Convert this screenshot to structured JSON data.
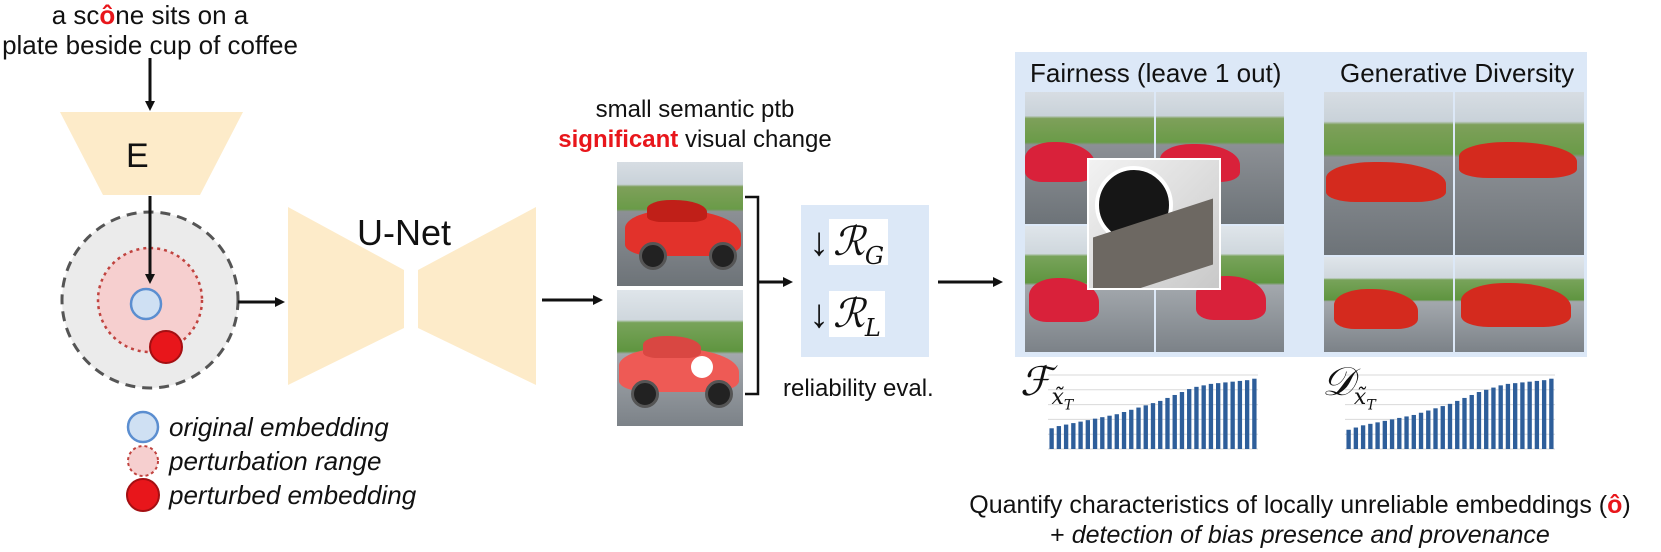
{
  "prompt": {
    "line1_pre": "a sc",
    "line1_highlight": "ô",
    "line1_post": "ne sits on a",
    "line2": "plate beside cup of coffee"
  },
  "encoder_label": "E",
  "unet_label": "U-Net",
  "legend": {
    "original": "original embedding",
    "range": "perturbation range",
    "perturbed": "perturbed embedding"
  },
  "perturb_note": {
    "line1": "small semantic ptb",
    "line2_highlight": "significant",
    "line2_rest": " visual change"
  },
  "reliability": {
    "metric_g": "ℛ",
    "metric_g_sub": "G",
    "metric_l": "ℛ",
    "metric_l_sub": "L",
    "down_arrow": "↓",
    "caption": "reliability eval."
  },
  "fairness_title": "Fairness (leave 1 out)",
  "diversity_title": "Generative Diversity",
  "fairness_metric": {
    "symbol": "ℱ",
    "sub": "x̃",
    "subsub": "T"
  },
  "diversity_metric": {
    "symbol": "𝒟",
    "sub": "x̃",
    "subsub": "T"
  },
  "chart_data": [
    {
      "type": "bar",
      "values": [
        0.28,
        0.31,
        0.33,
        0.35,
        0.37,
        0.39,
        0.41,
        0.43,
        0.45,
        0.47,
        0.5,
        0.53,
        0.56,
        0.59,
        0.62,
        0.65,
        0.69,
        0.73,
        0.77,
        0.81,
        0.84,
        0.86,
        0.88,
        0.89,
        0.9,
        0.91,
        0.92,
        0.93,
        0.95
      ],
      "ylim": [
        0,
        1
      ],
      "grid": true
    },
    {
      "type": "bar",
      "values": [
        0.26,
        0.29,
        0.32,
        0.34,
        0.36,
        0.38,
        0.4,
        0.42,
        0.44,
        0.46,
        0.49,
        0.52,
        0.55,
        0.58,
        0.61,
        0.65,
        0.69,
        0.73,
        0.77,
        0.8,
        0.83,
        0.86,
        0.88,
        0.89,
        0.9,
        0.91,
        0.92,
        0.93,
        0.95
      ],
      "ylim": [
        0,
        1
      ],
      "grid": true
    }
  ],
  "colors": {
    "accent_red": "#e8161b",
    "bar_blue": "#2e5e9a",
    "panel_blue": "#dce8f7",
    "trapezoid": "#fdebc9"
  },
  "footer": {
    "line1_pre": "Quantify characteristics of locally unreliable embeddings (",
    "line1_highlight": "ô",
    "line1_post": ")",
    "line2_pre": "+ ",
    "line2_italic": "detection of bias presence and provenance"
  }
}
